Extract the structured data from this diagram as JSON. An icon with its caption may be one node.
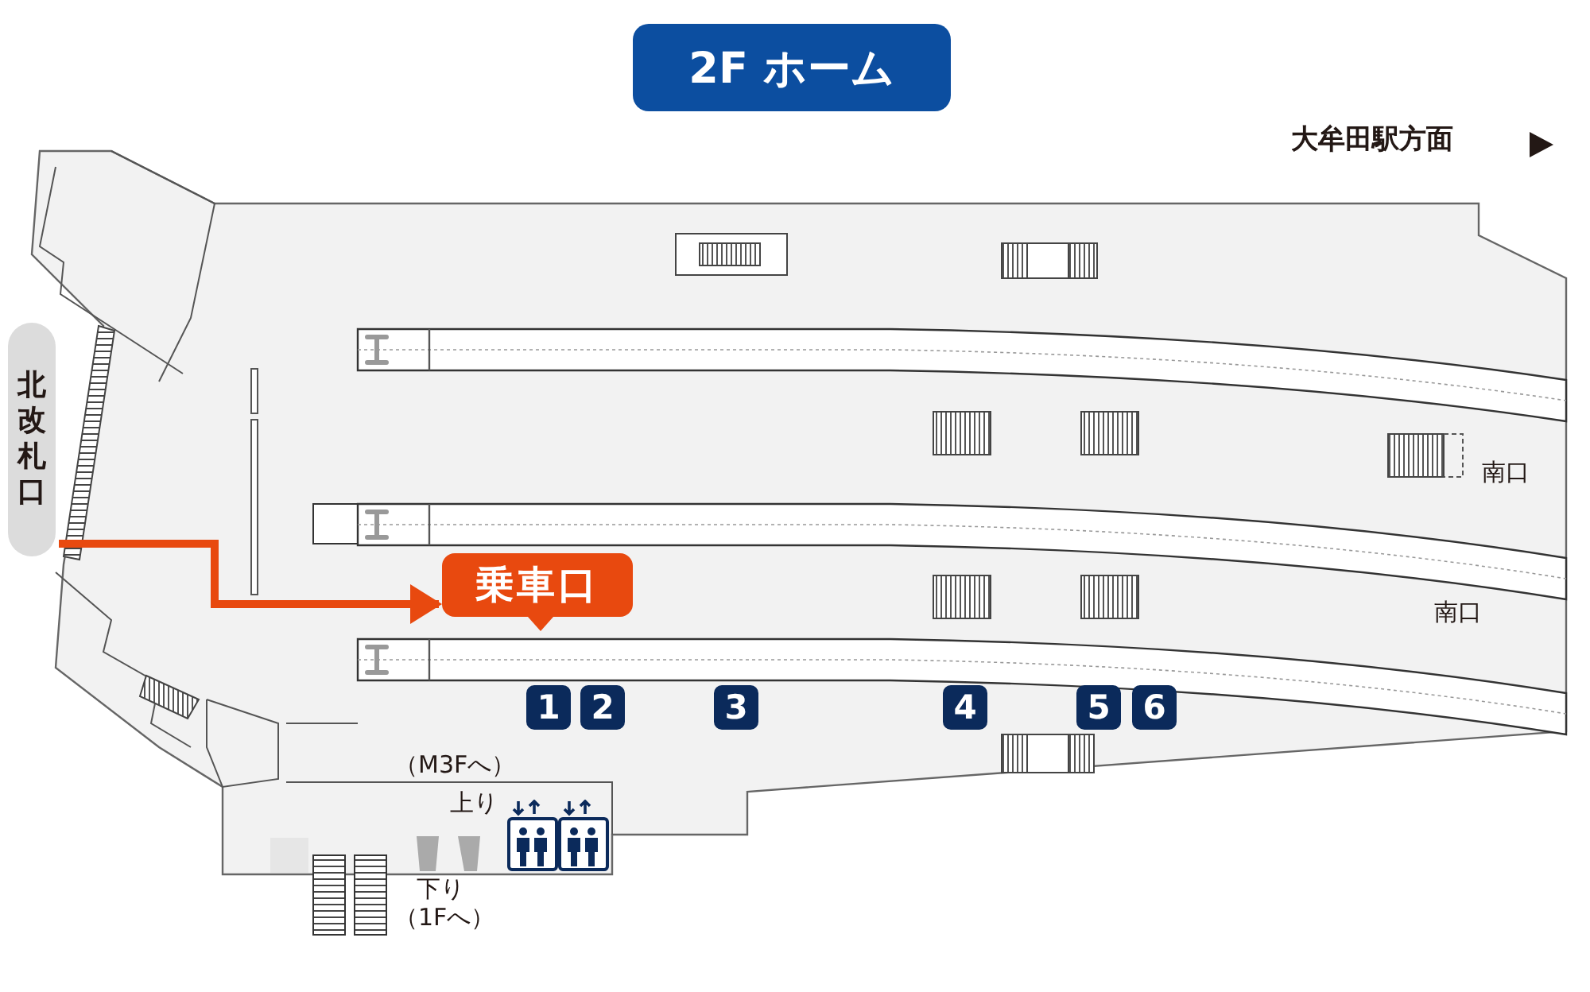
{
  "diagram": {
    "title": "2F ホーム",
    "nodes": [
      {
        "text": [
          "北改札口"
        ]
      },
      {
        "text": [
          "乗車口"
        ]
      },
      {
        "text": [
          "1"
        ]
      },
      {
        "text": [
          "2"
        ]
      },
      {
        "text": [
          "3"
        ]
      },
      {
        "text": [
          "4"
        ]
      },
      {
        "text": [
          "5"
        ]
      },
      {
        "text": [
          "6"
        ]
      }
    ],
    "edges": [
      {
        "from": 0,
        "to": 1,
        "arrow": "to"
      }
    ],
    "labels": [
      "大牟田駅方面",
      "南口",
      "南口",
      "（M3Fへ）",
      "上り",
      "下り",
      "（1Fへ）"
    ]
  }
}
